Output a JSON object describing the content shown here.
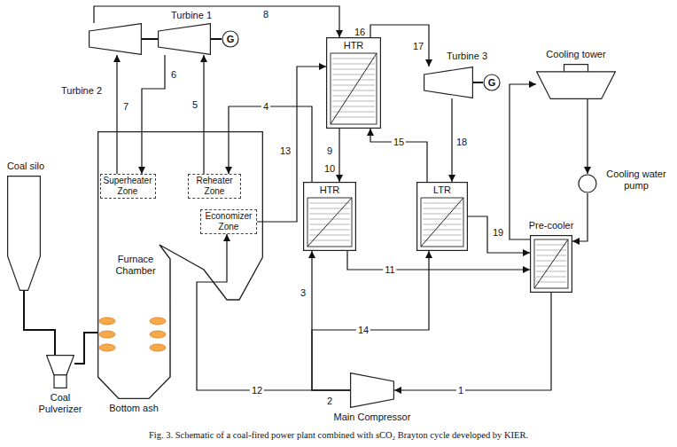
{
  "diagram": {
    "caption": "Fig. 3. Schematic of a coal-fired power plant combined with sCO₂ Brayton cycle developed by KIER.",
    "nodes": [
      {
        "text": [
          "Turbine 2"
        ]
      },
      {
        "text": [
          "Turbine 1"
        ]
      },
      {
        "text": [
          "G"
        ]
      },
      {
        "text": [
          "HTR"
        ]
      },
      {
        "text": [
          "Turbine 3"
        ]
      },
      {
        "text": [
          "G"
        ]
      },
      {
        "text": [
          "Cooling tower"
        ]
      },
      {
        "text": [
          "Coal silo"
        ]
      },
      {
        "text": [
          "Furnace Chamber"
        ]
      },
      {
        "text": [
          "Superheater Zone"
        ],
        "in": 8
      },
      {
        "text": [
          "Reheater Zone"
        ],
        "in": 8
      },
      {
        "text": [
          "Economizer Zone"
        ],
        "in": 8
      },
      {
        "text": [
          "HTR"
        ]
      },
      {
        "text": [
          "LTR"
        ]
      },
      {
        "text": [
          "Cooling water pump"
        ]
      },
      {
        "text": [
          "Pre-cooler"
        ]
      },
      {
        "text": [
          "Coal Pulverizer"
        ]
      },
      {
        "text": [
          "Main Compressor"
        ]
      }
    ],
    "edges": [
      {
        "from": 0,
        "to": 1,
        "arrow": "none"
      },
      {
        "from": 1,
        "to": 2,
        "arrow": "none"
      },
      {
        "from": 4,
        "to": 5,
        "arrow": "none"
      },
      {
        "from": 0,
        "to": 3,
        "label": "8",
        "arrow": "to"
      },
      {
        "from": 3,
        "to": 12,
        "label": "9",
        "arrow": "to"
      },
      {
        "from": 12,
        "to": 10,
        "label": "4",
        "arrow": "to"
      },
      {
        "from": 10,
        "to": 1,
        "label": "5",
        "arrow": "to"
      },
      {
        "from": 1,
        "to": 9,
        "label": "6",
        "arrow": "to"
      },
      {
        "from": 9,
        "to": 0,
        "label": "7",
        "arrow": "to"
      },
      {
        "from": 17,
        "to": 12,
        "label": "3",
        "arrow": "to"
      },
      {
        "from": 17,
        "to": 11,
        "label": "12",
        "arrow": "to"
      },
      {
        "from": 17,
        "to": 13,
        "label": "14",
        "arrow": "to"
      },
      {
        "from": 11,
        "to": 3,
        "label": "13",
        "arrow": "to"
      },
      {
        "from": 13,
        "to": 3,
        "label": "15",
        "arrow": "to"
      },
      {
        "from": 3,
        "to": 4,
        "label": "16",
        "arrow": "to"
      },
      {
        "from": 4,
        "to": 13,
        "label": "18",
        "arrow": "to"
      },
      {
        "from": 12,
        "to": 15,
        "label": "11",
        "arrow": "to"
      },
      {
        "from": 13,
        "to": 15,
        "label": "19",
        "arrow": "to"
      },
      {
        "from": 15,
        "to": 17,
        "label": "1",
        "arrow": "to"
      },
      {
        "from": 15,
        "to": 6,
        "arrow": "to"
      },
      {
        "from": 6,
        "to": 14,
        "arrow": "to"
      },
      {
        "from": 14,
        "to": 15,
        "arrow": "to"
      },
      {
        "from": 7,
        "to": 16,
        "arrow": "none"
      },
      {
        "from": 16,
        "to": 8,
        "arrow": "none"
      }
    ],
    "labels": [
      "2",
      "10",
      "17",
      "Bottom ash"
    ]
  }
}
